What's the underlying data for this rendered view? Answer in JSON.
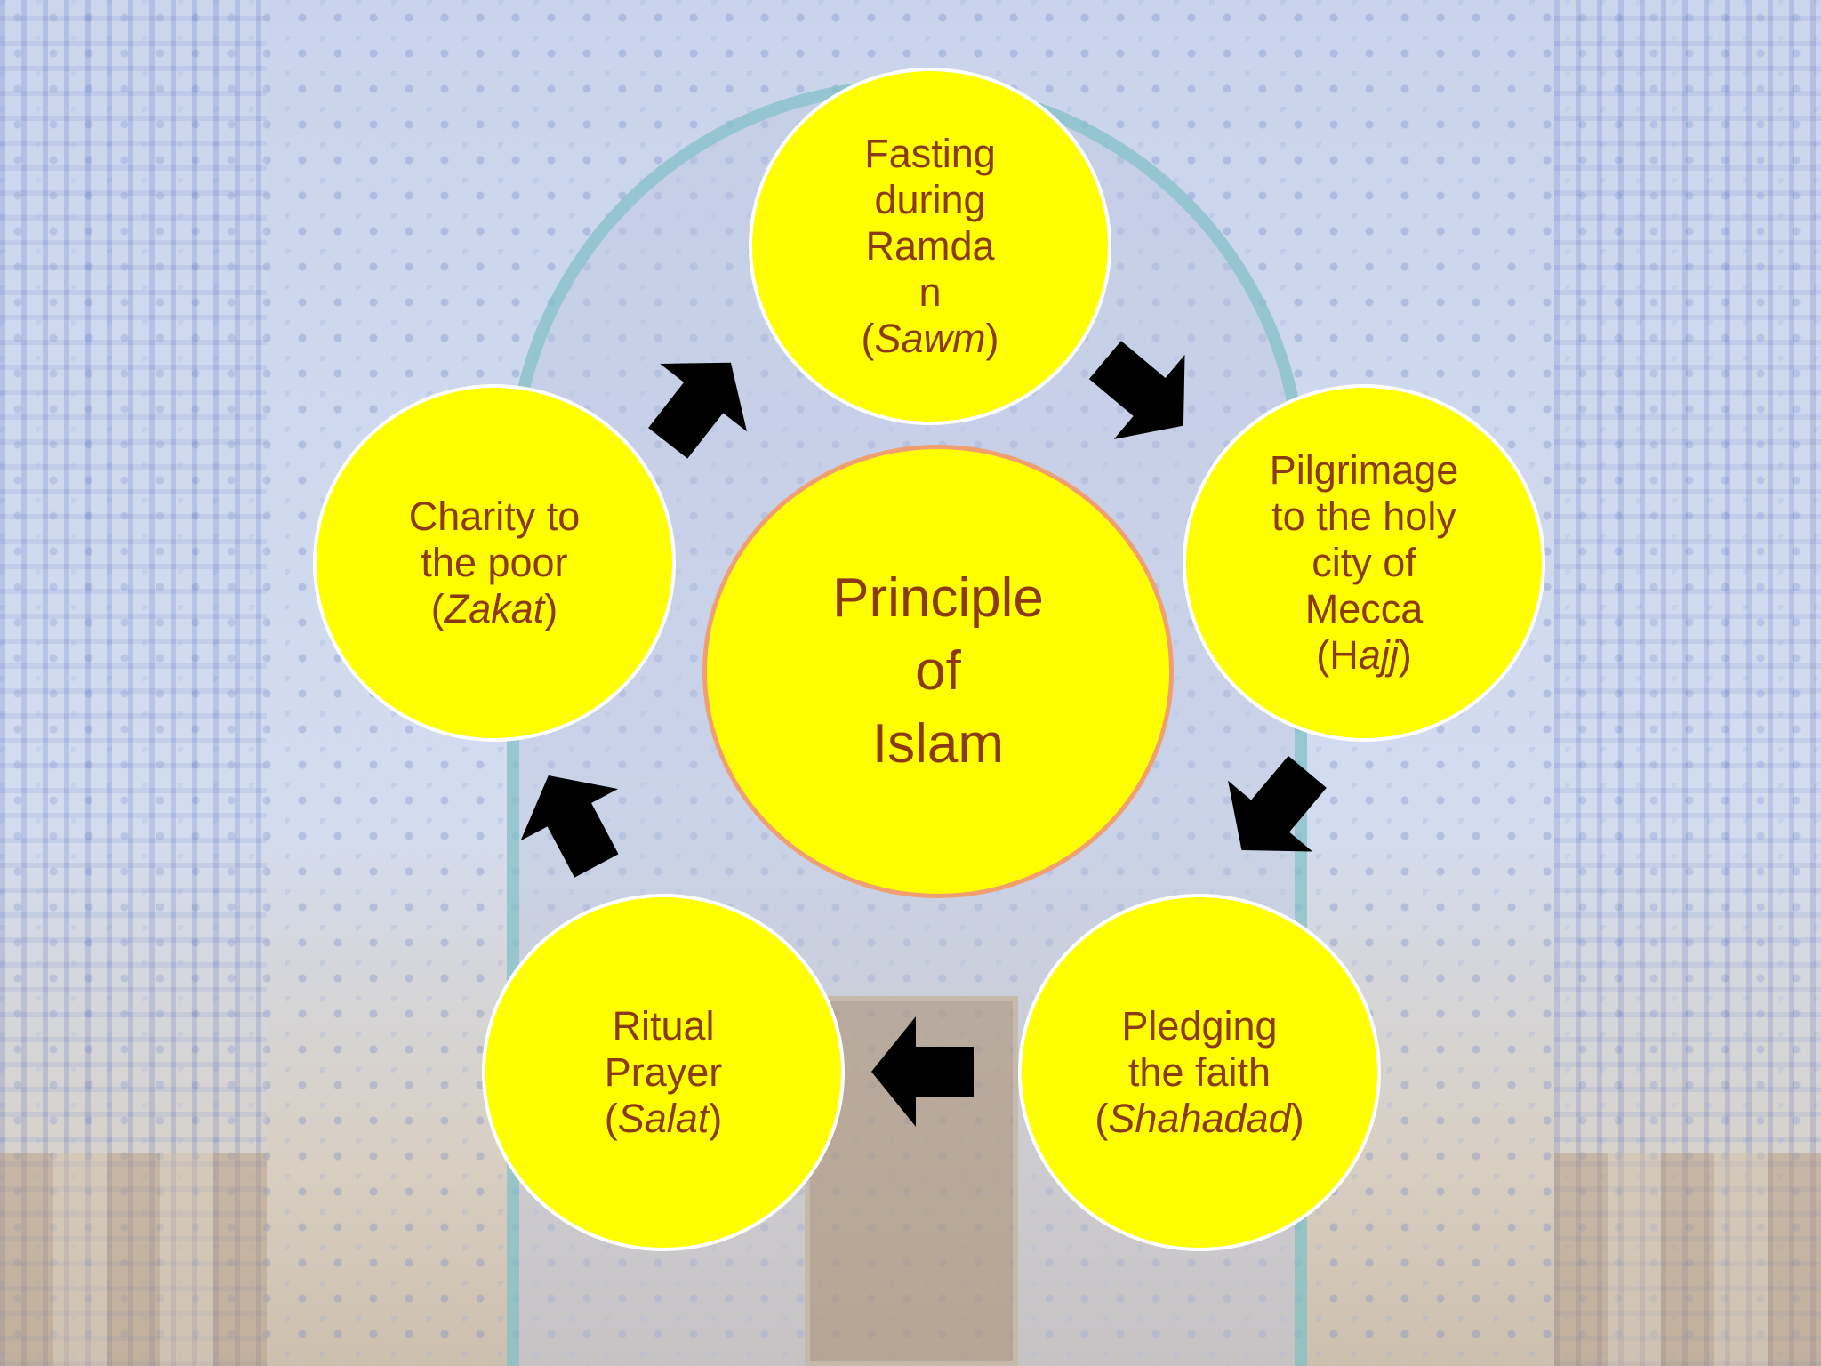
{
  "center": {
    "lines": [
      "Principle",
      "of",
      "Islam"
    ]
  },
  "pillars": {
    "sawm": {
      "lines": [
        "Fasting",
        "during",
        "Ramda",
        "n"
      ],
      "open_paren": "(",
      "term": "Sawm",
      "close_paren": ")"
    },
    "hajj": {
      "lines": [
        "Pilgrimage",
        "to the holy",
        "city of",
        "Mecca"
      ],
      "open_paren": "(H",
      "term": "ajj",
      "close_paren": ")"
    },
    "shahadad": {
      "lines": [
        "Pledging",
        "the faith"
      ],
      "open_paren": "(",
      "term": "Shahadad",
      "close_paren": ")"
    },
    "salat": {
      "lines": [
        "Ritual",
        "Prayer"
      ],
      "open_paren": "(",
      "term": "Salat",
      "close_paren": ")"
    },
    "zakat": {
      "lines": [
        "Charity to",
        "the poor"
      ],
      "open_paren": "(",
      "term": "Zakat",
      "close_paren": ")"
    }
  },
  "colors": {
    "circle_fill": "#ffff00",
    "text": "#8b3a12",
    "arrow": "#000000",
    "center_border": "#f0a070"
  },
  "cycle_order": [
    "sawm",
    "hajj",
    "shahadad",
    "salat",
    "zakat"
  ]
}
